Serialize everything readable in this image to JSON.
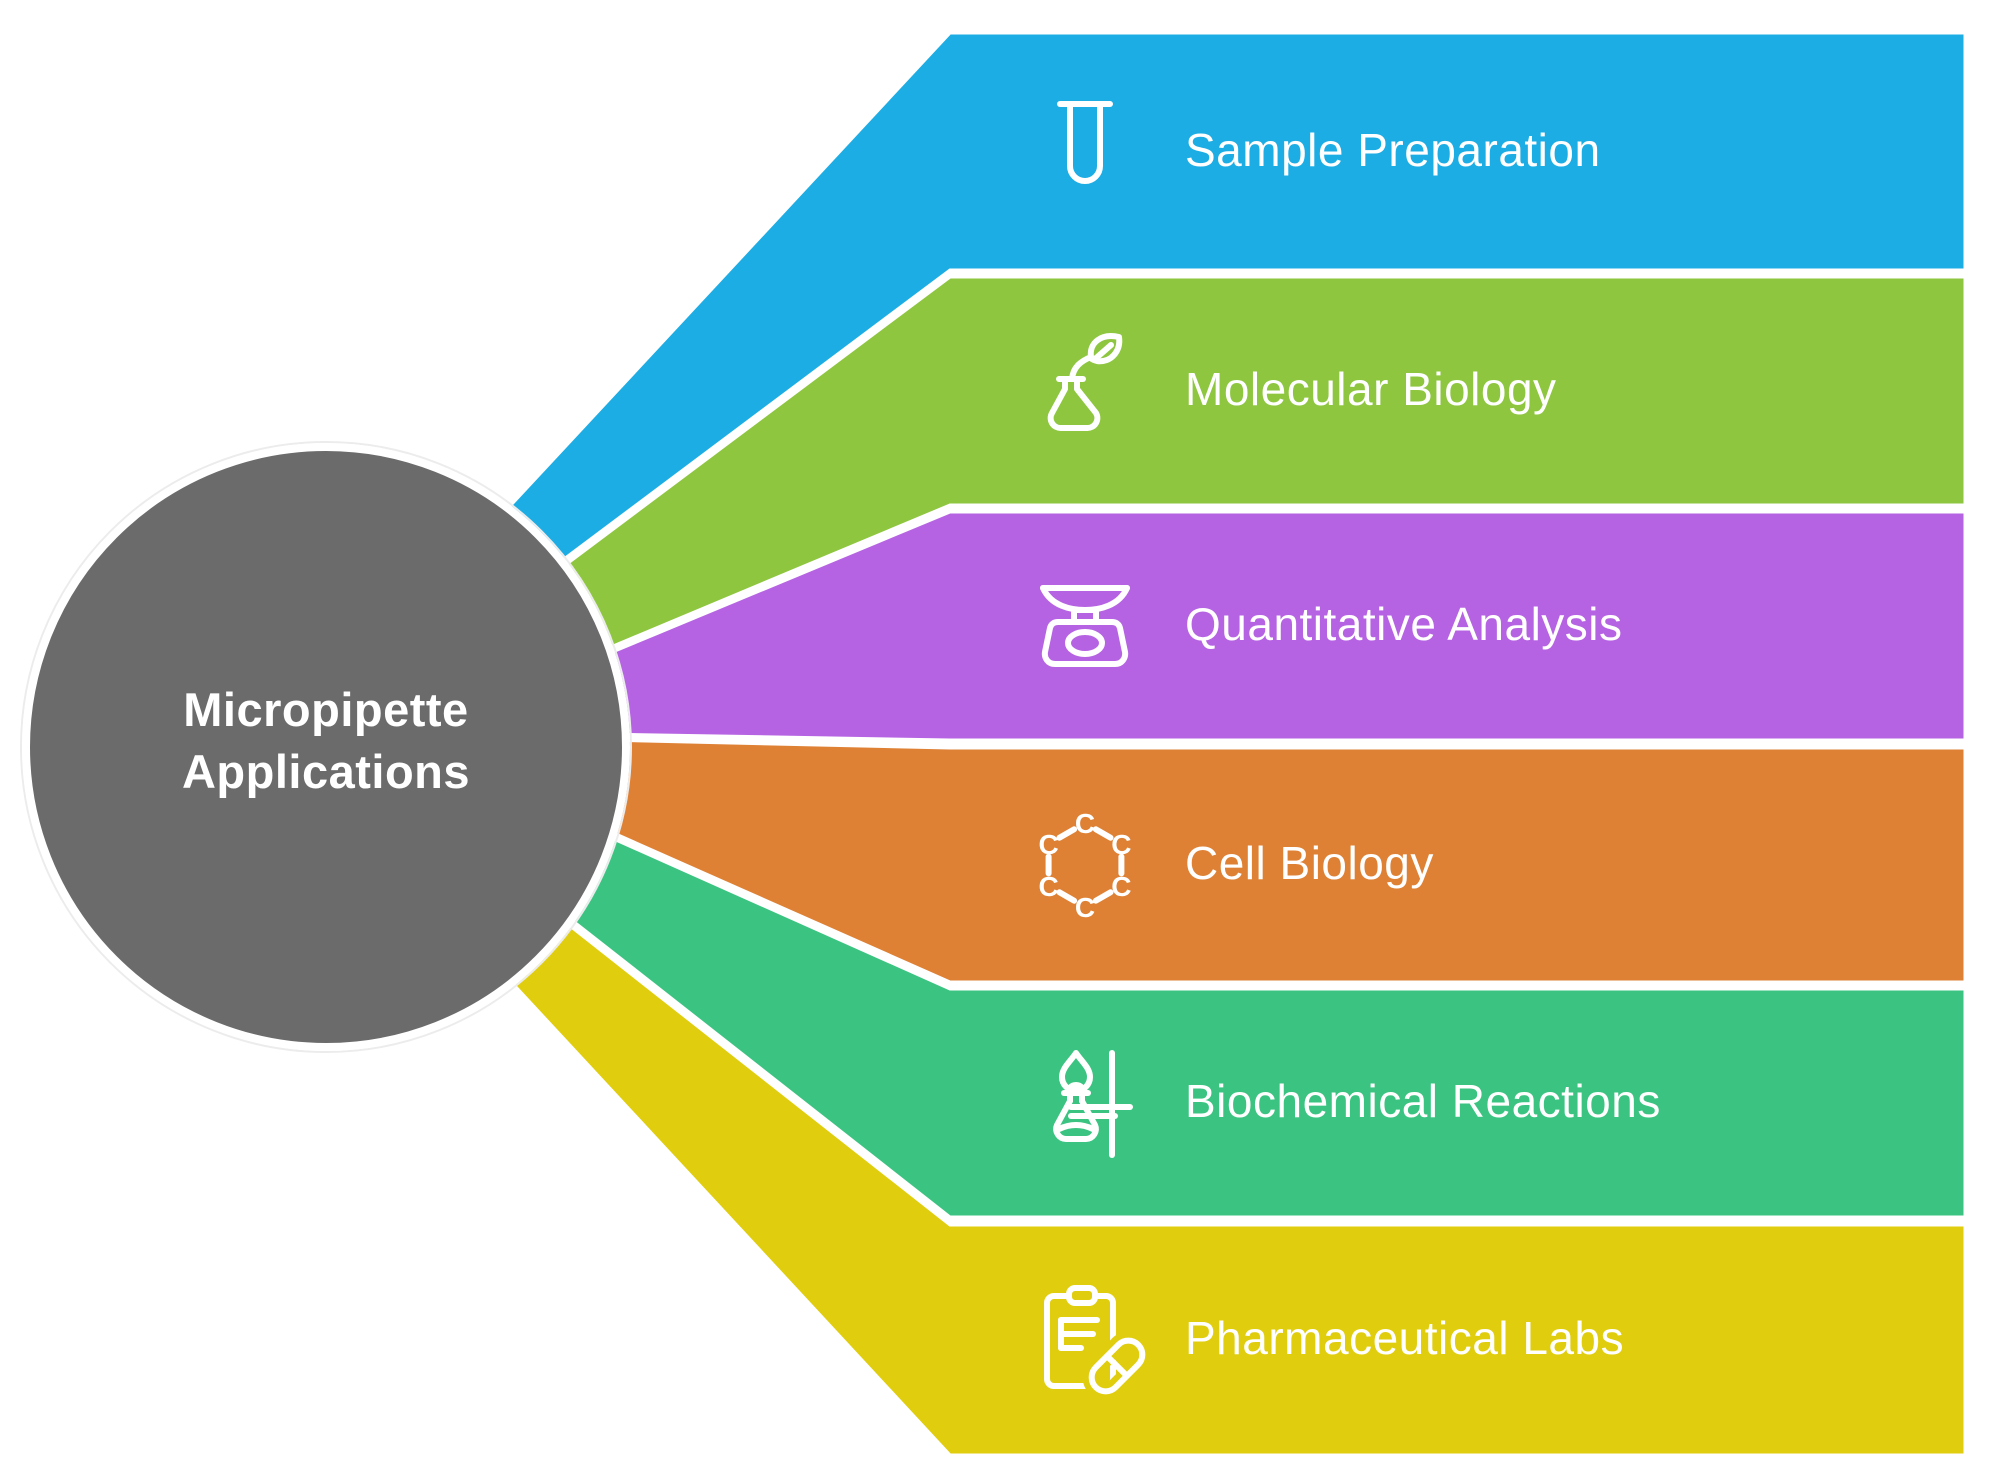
{
  "background": "#FFFFFF",
  "hub": {
    "line1": "Micropipette",
    "line2": "Applications",
    "color": "#6B6B6B",
    "text_color": "#FFFFFF"
  },
  "bands": [
    {
      "label": "Sample Preparation",
      "color": "#1CADE4",
      "icon": "test-tube-icon"
    },
    {
      "label": "Molecular Biology",
      "color": "#8EC63F",
      "icon": "flask-leaf-icon"
    },
    {
      "label": "Quantitative Analysis",
      "color": "#B563E2",
      "icon": "weighing-scale-icon"
    },
    {
      "label": "Cell Biology",
      "color": "#DE8135",
      "icon": "benzene-ring-icon",
      "atom_label": "C"
    },
    {
      "label": "Biochemical Reactions",
      "color": "#3BC481",
      "icon": "burner-stand-icon"
    },
    {
      "label": "Pharmaceutical Labs",
      "color": "#E0CD0E",
      "icon": "clipboard-pill-icon"
    }
  ]
}
